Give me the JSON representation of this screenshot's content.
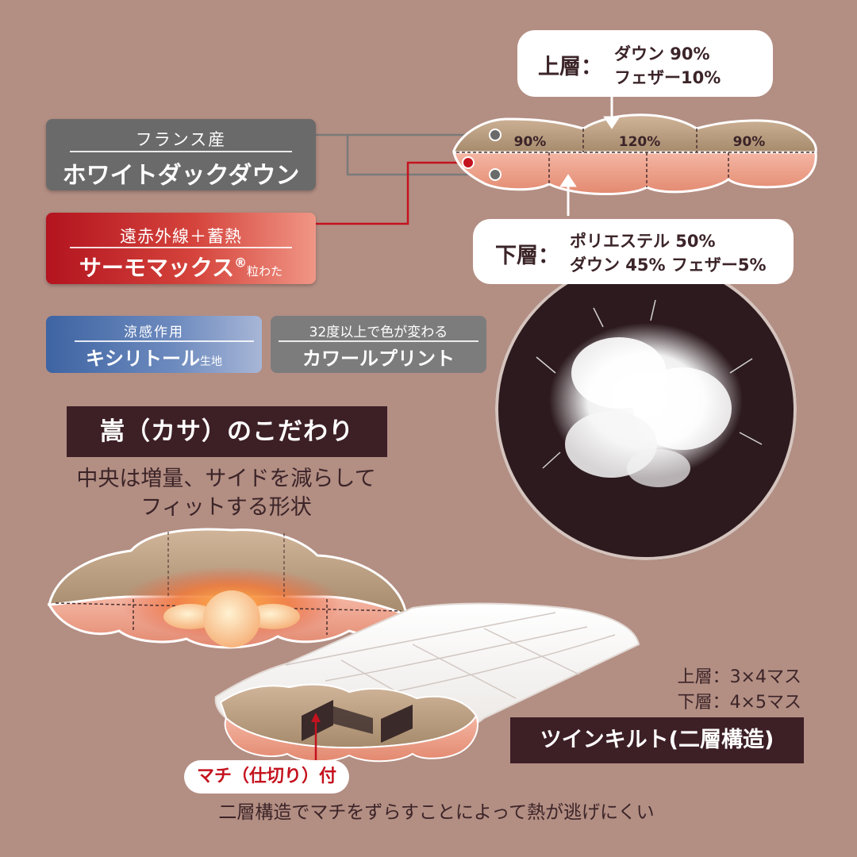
{
  "white_duck": {
    "origin": "フランス産",
    "name": "ホワイトダックダウン"
  },
  "thermo": {
    "feature": "遠赤外線＋蓄熱",
    "name": "サーモマックス",
    "mark": "®",
    "suffix": "粒わた"
  },
  "cool": {
    "feature": "涼感作用",
    "name": "キシリトール",
    "suffix": "生地"
  },
  "print": {
    "feature": "32度以上で色が変わる",
    "name": "カワールプリント"
  },
  "upper_layer": {
    "label": "上層：",
    "line1": "ダウン 90%",
    "line2": "フェザー10%"
  },
  "lower_layer": {
    "label": "下層：",
    "line1": "ポリエステル 50%",
    "line2": "ダウン 45% フェザー5%"
  },
  "segments": {
    "left": "90%",
    "center": "120%",
    "right": "90%"
  },
  "kasa": {
    "title": "嵩（カサ）のこだわり",
    "line1": "中央は増量、サイドを減らして",
    "line2": "フィットする形状"
  },
  "quilt": {
    "upper_spec": "上層：3×4マス",
    "lower_spec": "下層：4×5マス",
    "title": "ツインキルト(二層構造)"
  },
  "machi": {
    "label": "マチ（仕切り）付"
  },
  "bottom_note": "二層構造でマチをずらすことによって熱が逃げにくい",
  "colors": {
    "background": "#b38e83",
    "banner_dark": "#3d1f26",
    "thermo_red": "#b3141f",
    "down_grey": "#6a6a6a",
    "cool_blue": "#3e64a2",
    "print_grey": "#7c7c7c"
  }
}
